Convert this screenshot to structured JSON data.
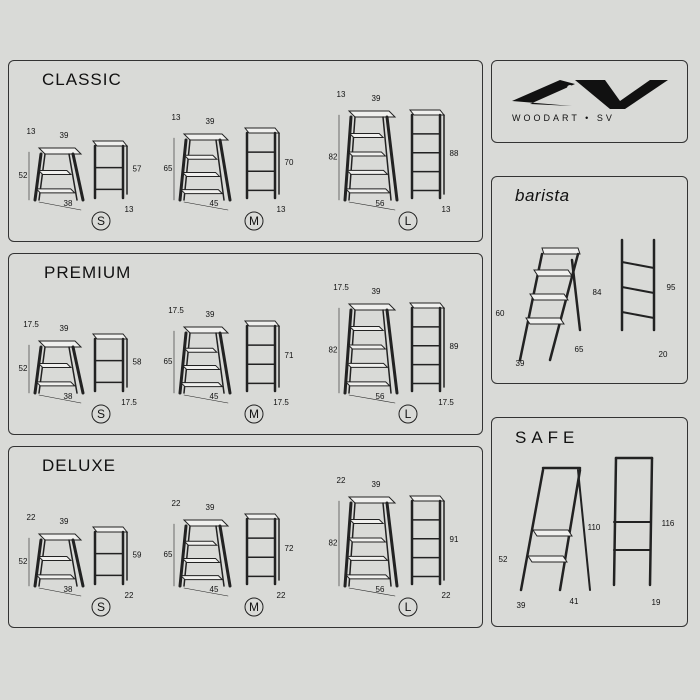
{
  "logo": {
    "mark": "SV",
    "text": "WOODART • SV"
  },
  "series": [
    {
      "id": "classic",
      "title": "CLASSIC",
      "sizes": [
        {
          "size": "S",
          "top": "13",
          "width": "39",
          "height": "52",
          "depth": "38",
          "closed_height": "57",
          "closed_depth": "13"
        },
        {
          "size": "M",
          "top": "13",
          "width": "39",
          "height": "65",
          "depth": "45",
          "closed_height": "70",
          "closed_depth": "13"
        },
        {
          "size": "L",
          "top": "13",
          "width": "39",
          "height": "82",
          "depth": "56",
          "closed_height": "88",
          "closed_depth": "13"
        }
      ]
    },
    {
      "id": "premium",
      "title": "PREMIUM",
      "sizes": [
        {
          "size": "S",
          "top": "17.5",
          "width": "39",
          "height": "52",
          "depth": "38",
          "closed_height": "58",
          "closed_depth": "17.5"
        },
        {
          "size": "M",
          "top": "17.5",
          "width": "39",
          "height": "65",
          "depth": "45",
          "closed_height": "71",
          "closed_depth": "17.5"
        },
        {
          "size": "L",
          "top": "17.5",
          "width": "39",
          "height": "82",
          "depth": "56",
          "closed_height": "89",
          "closed_depth": "17.5"
        }
      ]
    },
    {
      "id": "deluxe",
      "title": "DELUXE",
      "sizes": [
        {
          "size": "S",
          "top": "22",
          "width": "39",
          "height": "52",
          "depth": "38",
          "closed_height": "59",
          "closed_depth": "22"
        },
        {
          "size": "M",
          "top": "22",
          "width": "39",
          "height": "65",
          "depth": "45",
          "closed_height": "72",
          "closed_depth": "22"
        },
        {
          "size": "L",
          "top": "22",
          "width": "39",
          "height": "82",
          "depth": "56",
          "closed_height": "91",
          "closed_depth": "22"
        }
      ]
    }
  ],
  "barista": {
    "title": "barista",
    "height": "60",
    "total_height": "84",
    "width": "39",
    "depth": "65",
    "closed_height": "95",
    "closed_depth": "20"
  },
  "safe": {
    "title": "SAFE",
    "height": "52",
    "total_height": "110",
    "width": "39",
    "depth": "41",
    "closed_height": "116",
    "closed_depth": "19"
  }
}
